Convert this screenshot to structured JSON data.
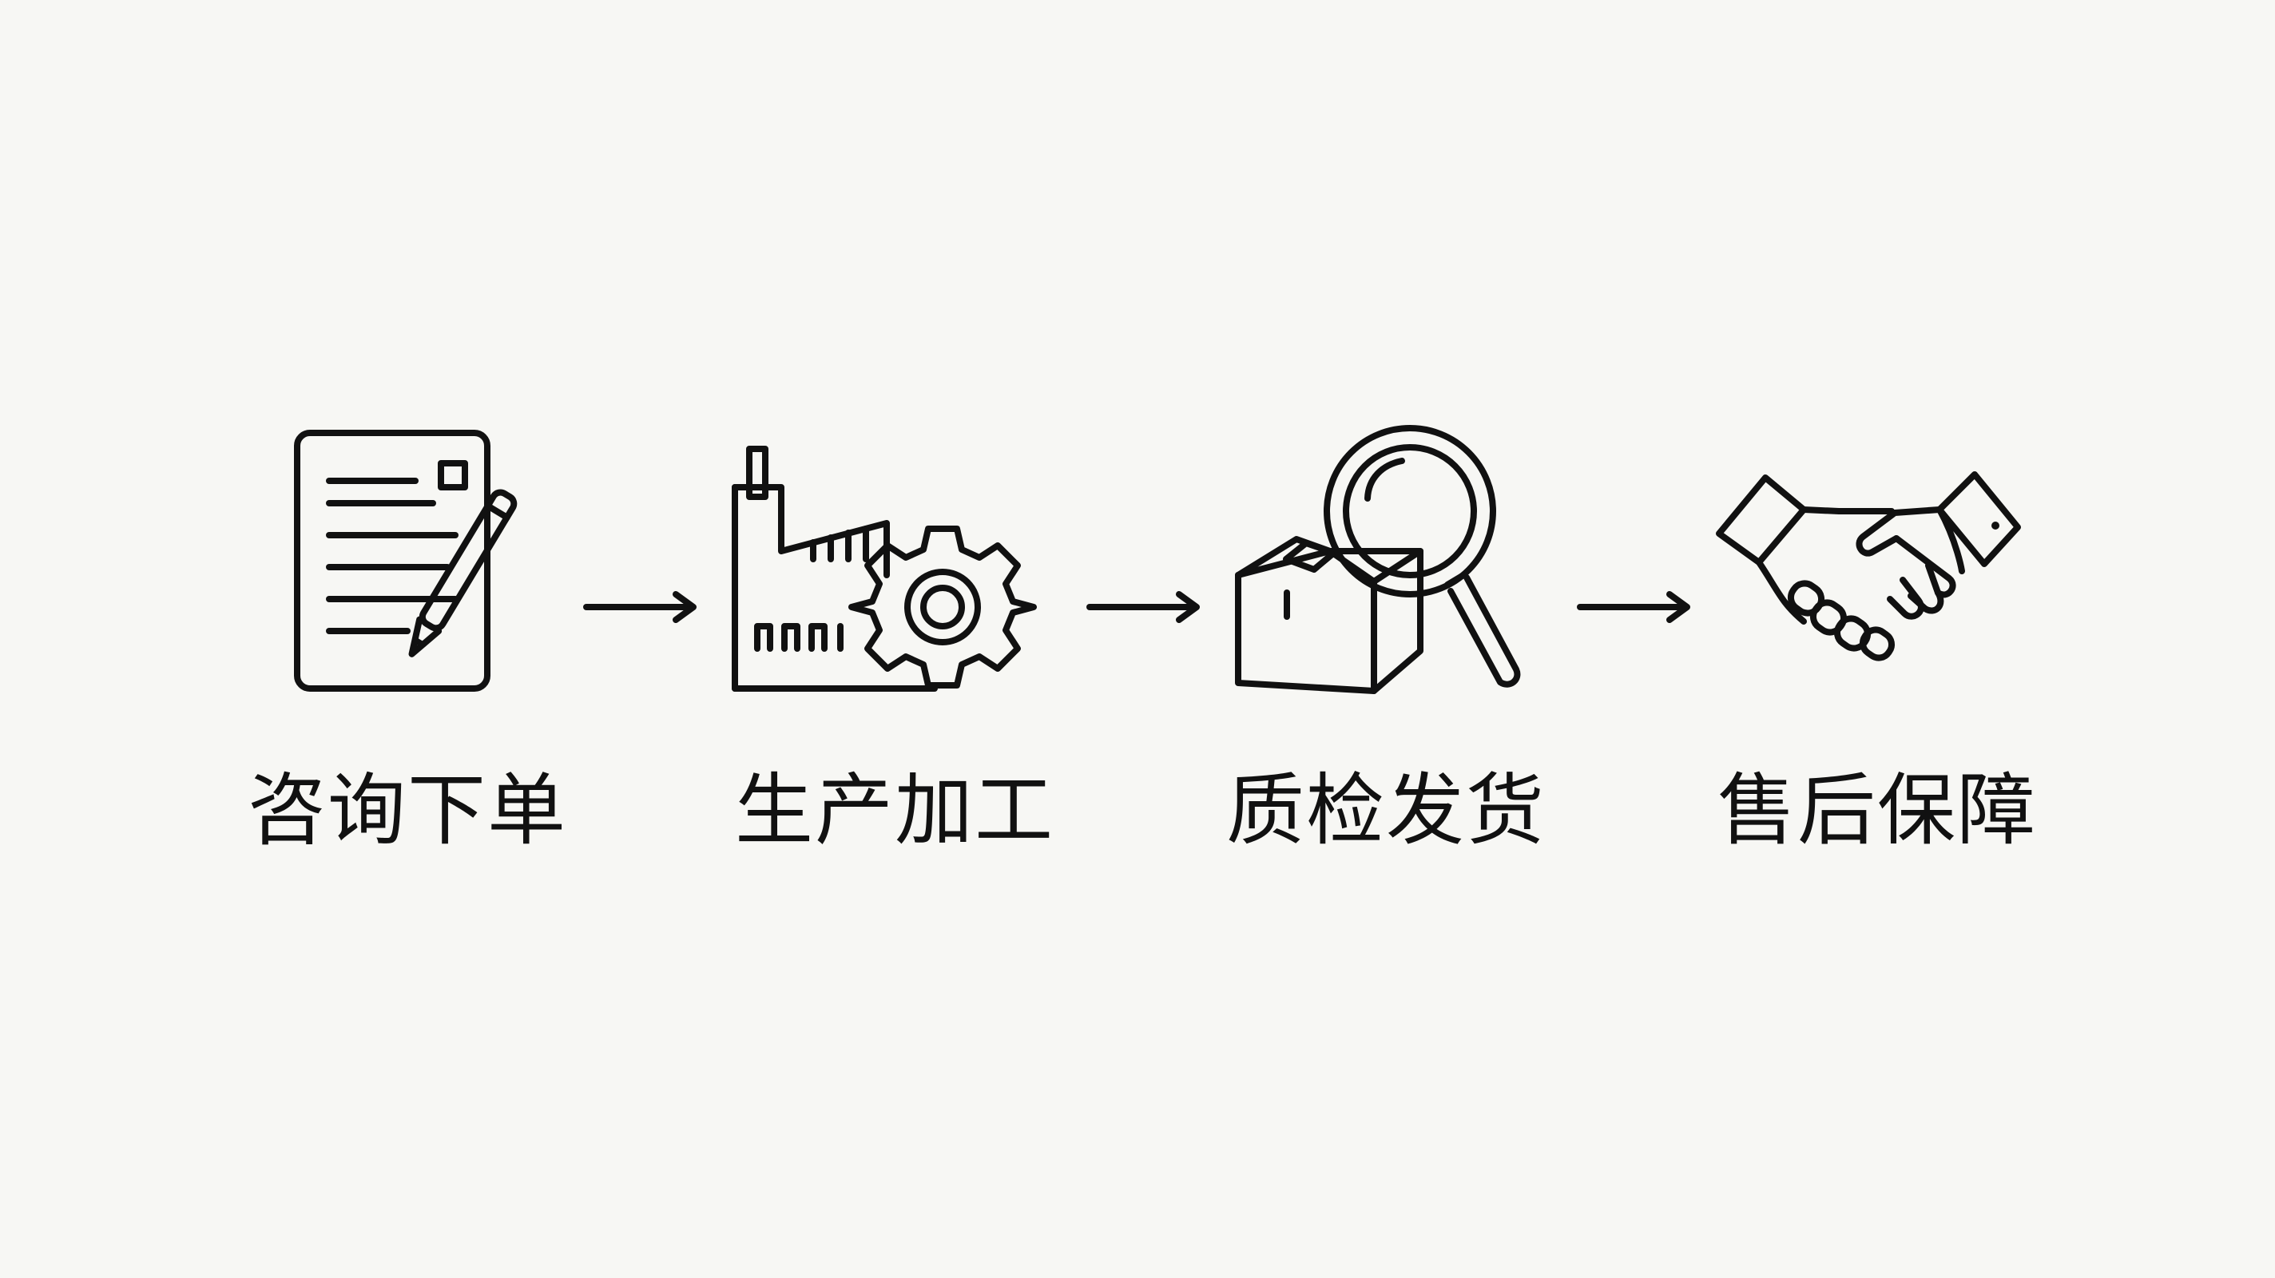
{
  "diagram": {
    "steps": [
      {
        "label": "咨询下单",
        "icon": "document-pencil-icon"
      },
      {
        "label": "生产加工",
        "icon": "factory-gear-icon"
      },
      {
        "label": "质检发货",
        "icon": "box-magnifier-icon"
      },
      {
        "label": "售后保障",
        "icon": "handshake-icon"
      }
    ],
    "arrows": [
      "→",
      "→",
      "→"
    ]
  },
  "colors": {
    "background": "#f7f7f4",
    "ink": "#111111"
  }
}
